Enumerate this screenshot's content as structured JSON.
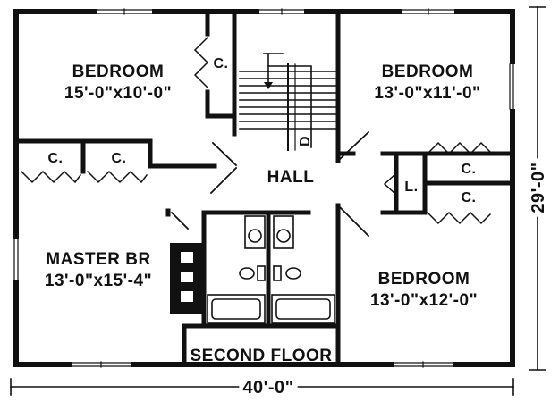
{
  "title": "SECOND FLOOR",
  "rooms": {
    "bedroom_nw": {
      "name": "BEDROOM",
      "size": "15'-0\"x10'-0\""
    },
    "bedroom_ne": {
      "name": "BEDROOM",
      "size": "13'-0\"x11'-0\""
    },
    "master": {
      "name": "MASTER BR",
      "size": "13'-0\"x15'-4\""
    },
    "bedroom_se": {
      "name": "BEDROOM",
      "size": "13'-0\"x12'-0\""
    },
    "hall": {
      "name": "HALL"
    }
  },
  "closets": {
    "c1": "C.",
    "c2": "C.",
    "c3": "C.",
    "c4": "C.",
    "c5": "C.",
    "linen": "L."
  },
  "stair_label": "D",
  "dimensions": {
    "width": "40'-0\"",
    "depth": "29'-0\""
  },
  "colors": {
    "ink": "#111111",
    "paper": "#ffffff"
  }
}
